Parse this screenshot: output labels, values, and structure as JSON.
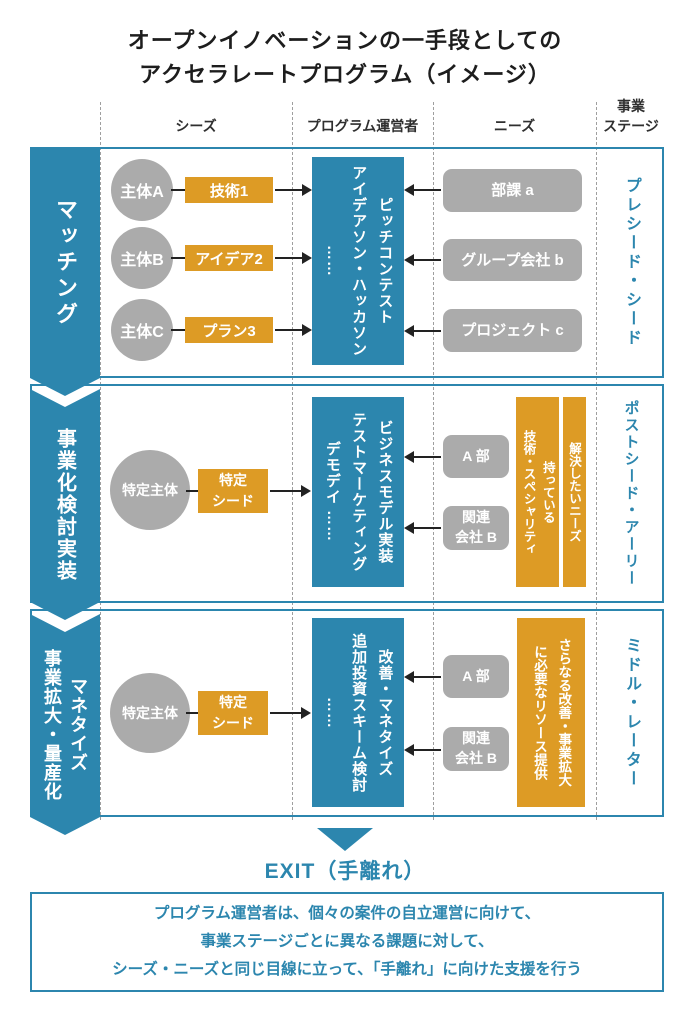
{
  "title": "オープンイノベーションの一手段としての\nアクセラレートプログラム（イメージ）",
  "columns": {
    "seeds": "シーズ",
    "operator": "プログラム運営者",
    "needs": "ニーズ",
    "stage": "事業\nステージ"
  },
  "sections": [
    {
      "band": "マッチング",
      "stage": "プレシード・シード",
      "program": "ピッチコンテスト\nアイデアソン・ハッカソン\n……",
      "seed_rows": [
        {
          "subject": "主体A",
          "seed": "技術1"
        },
        {
          "subject": "主体B",
          "seed": "アイデア2"
        },
        {
          "subject": "主体C",
          "seed": "プラン3"
        }
      ],
      "need_boxes": [
        "部課 a",
        "グループ会社 b",
        "プロジェクト c"
      ]
    },
    {
      "band": "事業化検討実装",
      "stage": "ポストシード・アーリー",
      "program": "ビジネスモデル実装\nテストマーケティング\nデモデイ ……",
      "seed_rows": [
        {
          "subject": "特定主体",
          "seed": "特定\nシード"
        }
      ],
      "need_boxes": [
        "A 部",
        "関連\n会社 B"
      ],
      "need_notes": [
        "持っている\n技術・スペシャリティ",
        "解決したいニーズ"
      ]
    },
    {
      "band": "マネタイズ\n事業拡大・量産化",
      "stage": "ミドル・レーター",
      "program": "改善・マネタイズ\n追加投資スキーム検討\n……",
      "seed_rows": [
        {
          "subject": "特定主体",
          "seed": "特定\nシード"
        }
      ],
      "need_boxes": [
        "A 部",
        "関連\n会社 B"
      ],
      "need_notes": [
        "さらなる改善・事業拡大\nに必要なリソース提供"
      ]
    }
  ],
  "exit_label": "EXIT（手離れ）",
  "footer": "プログラム運営者は、個々の案件の自立運営に向けて、\n事業ステージごとに異なる課題に対して、\nシーズ・ニーズと同じ目線に立って、「手離れ」に向けた支援を行う",
  "colors": {
    "teal": "#2C86AE",
    "orange": "#DD9B25",
    "gray": "#ABABAB",
    "arrow": "#222222",
    "title_text": "#1D1D1D"
  }
}
